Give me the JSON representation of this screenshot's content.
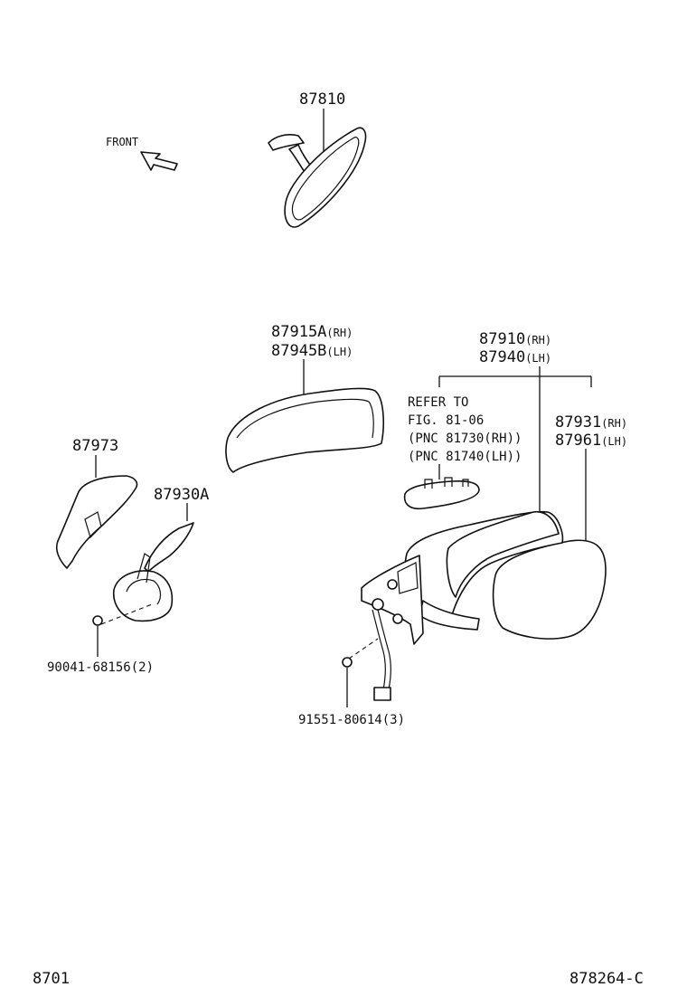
{
  "front_label": "FRONT",
  "callouts": {
    "inner_mirror": "87810",
    "cover_rh_num": "87915A",
    "cover_rh_suffix": "(RH)",
    "cover_lh_num": "87945B",
    "cover_lh_suffix": "(LH)",
    "outer_rh_num": "87910",
    "outer_rh_suffix": "(RH)",
    "outer_lh_num": "87940",
    "outer_lh_suffix": "(LH)",
    "refer_line1": "REFER TO",
    "refer_line2": "FIG. 81-06",
    "refer_line3": "(PNC 81730(RH))",
    "refer_line4": "(PNC 81740(LH))",
    "glass_rh_num": "87931",
    "glass_rh_suffix": "(RH)",
    "glass_lh_num": "87961",
    "glass_lh_suffix": "(LH)",
    "cover_piece": "87973",
    "bracket": "87930A",
    "screw_part": "90041-68156(2)",
    "nut_part": "91551-80614(3)"
  },
  "footer": {
    "page_code": "8701",
    "drawing_code": "878264-C"
  }
}
